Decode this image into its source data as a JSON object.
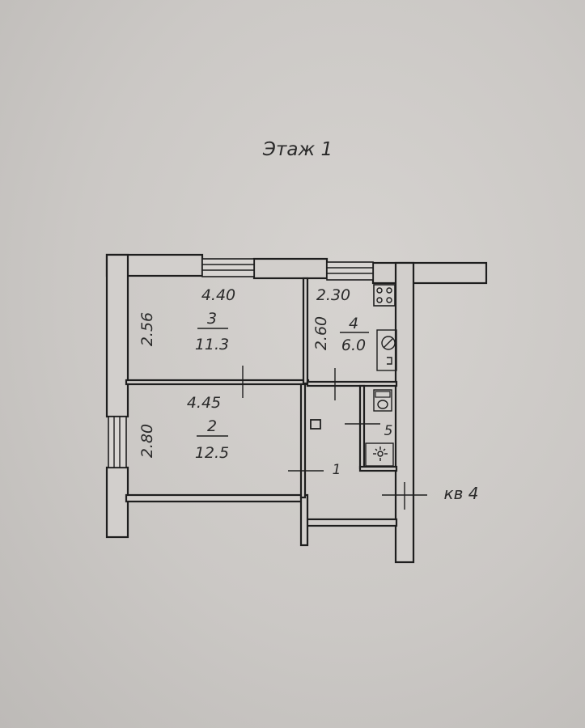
{
  "floor_title": "Этаж 1",
  "apartment_label": "кв 4",
  "rooms": [
    {
      "number": "3",
      "area": "11.3",
      "width": "4.40",
      "height": "2.56"
    },
    {
      "number": "4",
      "area": "6.0",
      "width": "2.30",
      "height": "2.60"
    },
    {
      "number": "2",
      "area": "12.5",
      "width": "4.45",
      "height": "2.80"
    },
    {
      "number": "1"
    },
    {
      "number": "5"
    }
  ]
}
